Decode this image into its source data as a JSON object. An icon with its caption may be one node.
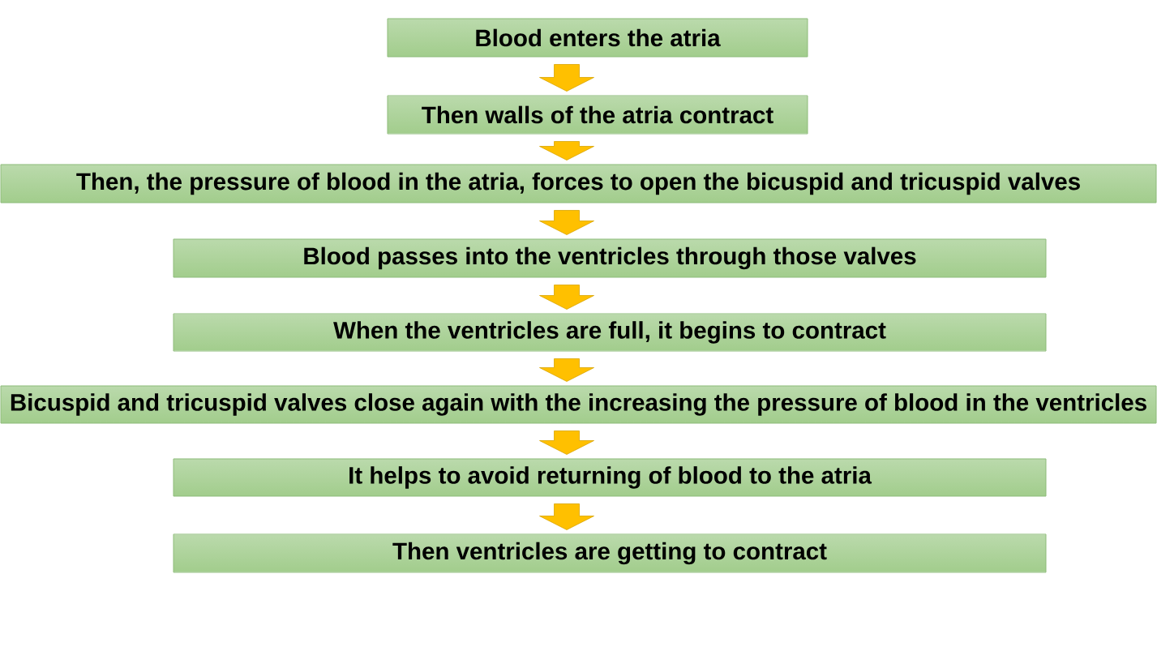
{
  "diagram": {
    "nodes": [
      {
        "text": [
          "Blood enters the atria"
        ]
      },
      {
        "text": [
          "Then walls of the atria contract"
        ]
      },
      {
        "text": [
          "Then, the pressure of blood in the atria, forces to open the bicuspid and tricuspid valves"
        ]
      },
      {
        "text": [
          "Blood passes into the ventricles through those valves"
        ]
      },
      {
        "text": [
          "When the ventricles are full, it begins to contract"
        ]
      },
      {
        "text": [
          "Bicuspid and tricuspid valves close again with the increasing the pressure of blood in the ventricles"
        ]
      },
      {
        "text": [
          "It helps to avoid returning of blood to the atria"
        ]
      },
      {
        "text": [
          "Then ventricles are getting to contract"
        ]
      }
    ],
    "edges": [
      {
        "from": 0,
        "to": 1,
        "arrow": "to"
      },
      {
        "from": 1,
        "to": 2,
        "arrow": "to"
      },
      {
        "from": 2,
        "to": 3,
        "arrow": "to"
      },
      {
        "from": 3,
        "to": 4,
        "arrow": "to"
      },
      {
        "from": 4,
        "to": 5,
        "arrow": "to"
      },
      {
        "from": 5,
        "to": 6,
        "arrow": "to"
      },
      {
        "from": 6,
        "to": 7,
        "arrow": "to"
      }
    ]
  }
}
